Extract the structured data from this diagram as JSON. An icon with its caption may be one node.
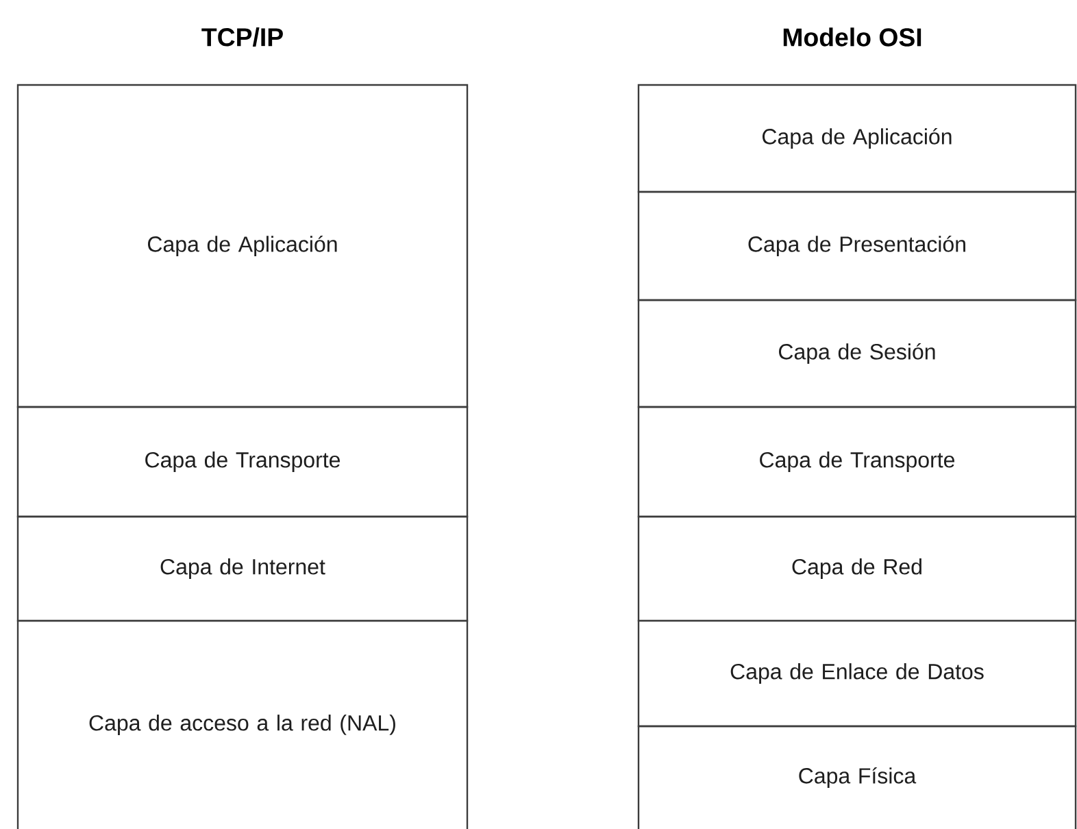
{
  "diagram": {
    "nodes": [
      {
        "text": [
          "Capa de Aplicación"
        ]
      },
      {
        "text": [
          "Capa de Transporte"
        ]
      },
      {
        "text": [
          "Capa de Internet"
        ]
      },
      {
        "text": [
          "Capa de acceso a la red (NAL)"
        ]
      },
      {
        "text": [
          "Capa de Aplicación"
        ]
      },
      {
        "text": [
          "Capa de Presentación"
        ]
      },
      {
        "text": [
          "Capa de Sesión"
        ]
      },
      {
        "text": [
          "Capa de Transporte"
        ]
      },
      {
        "text": [
          "Capa de Red"
        ]
      },
      {
        "text": [
          "Capa de Enlace de Datos"
        ]
      },
      {
        "text": [
          "Capa Física"
        ]
      }
    ],
    "labels": [
      "TCP/IP",
      "Modelo OSI"
    ]
  }
}
